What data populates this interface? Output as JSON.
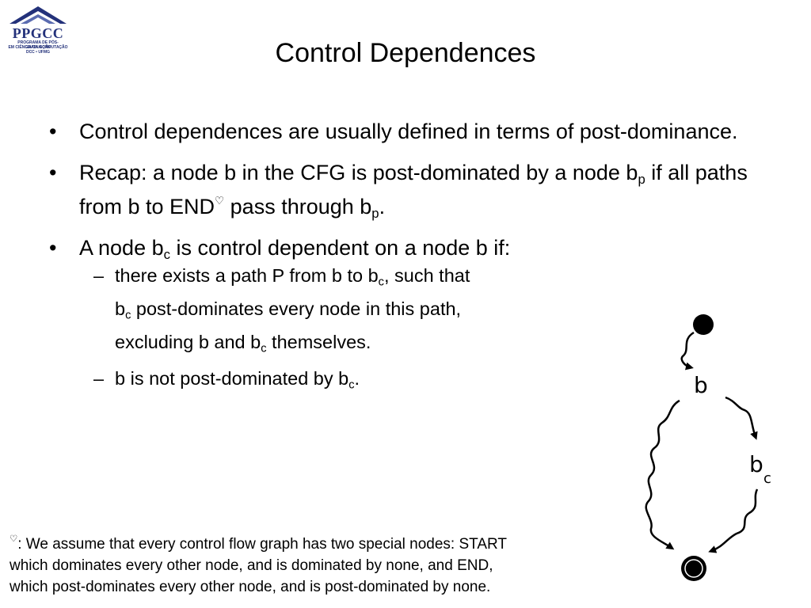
{
  "logo": {
    "name": "PPGCC",
    "line1": "PROGRAMA DE PÓS-GRADUAÇÃO",
    "line2": "EM CIÊNCIA DA COMPUTAÇÃO",
    "line3": "DCC • UFMG"
  },
  "title": "Control Dependences",
  "bullets": {
    "b1": {
      "text": "Control dependences are usually defined in terms of post-dominance."
    },
    "b2": {
      "part1": "Recap: a node b in the CFG is post-dominated by a node b",
      "sub1": "p",
      "part2": " if all paths from b to END",
      "mark": "♡",
      "part3": " pass through b",
      "sub2": "p",
      "part4": "."
    },
    "b3": {
      "part1": "A node b",
      "sub1": "c",
      "part2": " is control dependent on a node b if:"
    }
  },
  "subbullets": {
    "s1": {
      "part1": "there exists a path P from b to b",
      "sub1": "c",
      "part2": ", such that",
      "part3": "b",
      "sub2": "c",
      "part4": " post-dominates every node in this path,",
      "part5": "excluding b and b",
      "sub3": "c",
      "part6": " themselves."
    },
    "s2": {
      "part1": "b is not post-dominated by b",
      "sub1": "c",
      "part2": "."
    }
  },
  "footnote": {
    "mark": "♡",
    "line1": ": We assume that every control flow graph has two special nodes: START",
    "line2": "which dominates every other node, and is dominated by none, and END,",
    "line3": "which post-dominates every other node, and is post-dominated by none."
  },
  "diagram": {
    "node_b": "b",
    "node_bc": "b",
    "node_bc_sub": "c"
  },
  "colors": {
    "logo_blue": "#23317a",
    "text": "#000000"
  }
}
